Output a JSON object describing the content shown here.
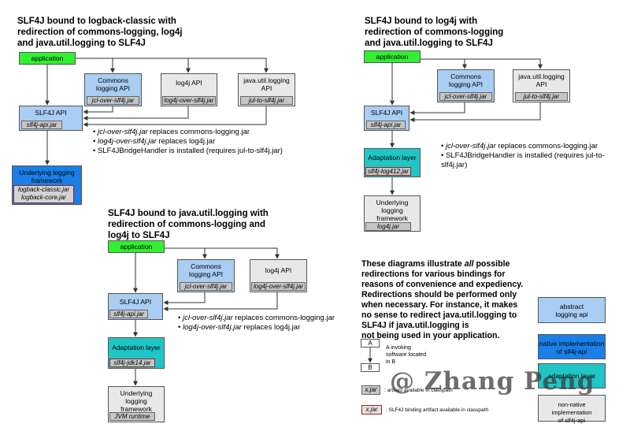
{
  "diagram1": {
    "title": "SLF4J bound to logback-classic with\nredirection of commons-logging, log4j\nand java.util.logging to SLF4J",
    "application": "application",
    "commons_api": "Commons\nlogging API",
    "commons_jar": "jcl-over-slf4j.jar",
    "log4j_api": "log4j API",
    "log4j_jar": "log4j-over-slf4j.jar",
    "jul_api": "java.util.logging\nAPI",
    "jul_jar": "jul-to-slf4j.jar",
    "slf4j_api": "SLF4J API",
    "slf4j_jar": "slf4j-api.jar",
    "underlying": "Underlying logging\nframework",
    "underlying_jar": "logback-classic.jar\nlogback-core.jar",
    "bullets": [
      {
        "jar": "jcl-over-slf4j.jar",
        "rest": " replaces commons-logging.jar"
      },
      {
        "jar": "log4j-over-slf4j.jar",
        "rest": " replaces log4j.jar"
      },
      {
        "jar": "",
        "rest": "SLF4JBridgeHandler is installed (requires jul-to-slf4j.jar)"
      }
    ]
  },
  "diagram2": {
    "title": "SLF4J bound to log4j with\nredirection of commons-logging\nand java.util.logging to SLF4J",
    "application": "application",
    "commons_api": "Commons\nlogging API",
    "commons_jar": "jcl-over-slf4j.jar",
    "jul_api": "java.util.logging\nAPI",
    "jul_jar": "jul-to-slf4j.jar",
    "slf4j_api": "SLF4J API",
    "slf4j_jar": "slf4j-api.jar",
    "adaptation": "Adaptation layer",
    "adaptation_jar": "slf4j-log412.jar",
    "underlying": "Underlying\nlogging\nframework",
    "underlying_jar": "log4j.jar",
    "bullets": [
      {
        "jar": "jcl-over-slf4j.jar",
        "rest": " replaces commons-logging.jar"
      },
      {
        "jar": "",
        "rest": "SLF4JBridgeHandler is installed (requires jul-to-slf4j.jar)"
      }
    ]
  },
  "diagram3": {
    "title": "SLF4J bound to java.util.logging with\nredirection of commons-logging and\nlog4j to SLF4J",
    "application": "application",
    "commons_api": "Commons\nlogging API",
    "commons_jar": "jcl-over-slf4j.jar",
    "log4j_api": "log4j API",
    "log4j_jar": "log4j-over-slf4j.jar",
    "slf4j_api": "SLF4J API",
    "slf4j_jar": "slf4j-api.jar",
    "adaptation": "Adaptation layer",
    "adaptation_jar": "slf4j-jdk14.jar",
    "underlying": "Underlying\nlogging\nframework",
    "underlying_jar": "JVM runtime",
    "bullets": [
      {
        "jar": "jcl-over-slf4j.jar",
        "rest": " replaces commons-logging.jar"
      },
      {
        "jar": "log4j-over-slf4j.jar",
        "rest": " replaces log4j.jar"
      }
    ]
  },
  "note": {
    "line1_pre": "These diagrams illustrate ",
    "line1_em": "all",
    "line1_post": " possible",
    "rest": "redirections for various bindings for\nreasons of convenience and expediency.\nRedirections should be performed only\nwhen necessary. For instance, it makes\nno sense to redirect java.util.logging to\nSLF4J if java.util.logging is\nnot being used in your application."
  },
  "legend": {
    "a": "A",
    "b": "B",
    "invoking": "A invoking\nsoftware located\nin B",
    "jar": "x.jar",
    "jar_desc": ": artifact available in classpath",
    "binding_jar": "x.jar",
    "binding_desc": ": SLF4J binding artifact available in classpath",
    "abstract": "abstract\nlogging api",
    "native": "native implementation\nof slf4j-api",
    "adaptation": "adaptation layer",
    "non_native": "non-native implementation\nof slf4j-api"
  },
  "watermark": "@ Zhang Peng",
  "colors": {
    "application": "#33ee33",
    "api": "#a9cdf3",
    "native": "#1a7fe6",
    "adaptation": "#20c5c5",
    "grey": "#e8e8e8",
    "jar": "#c6c6c6",
    "binding_border": "#a02020"
  }
}
